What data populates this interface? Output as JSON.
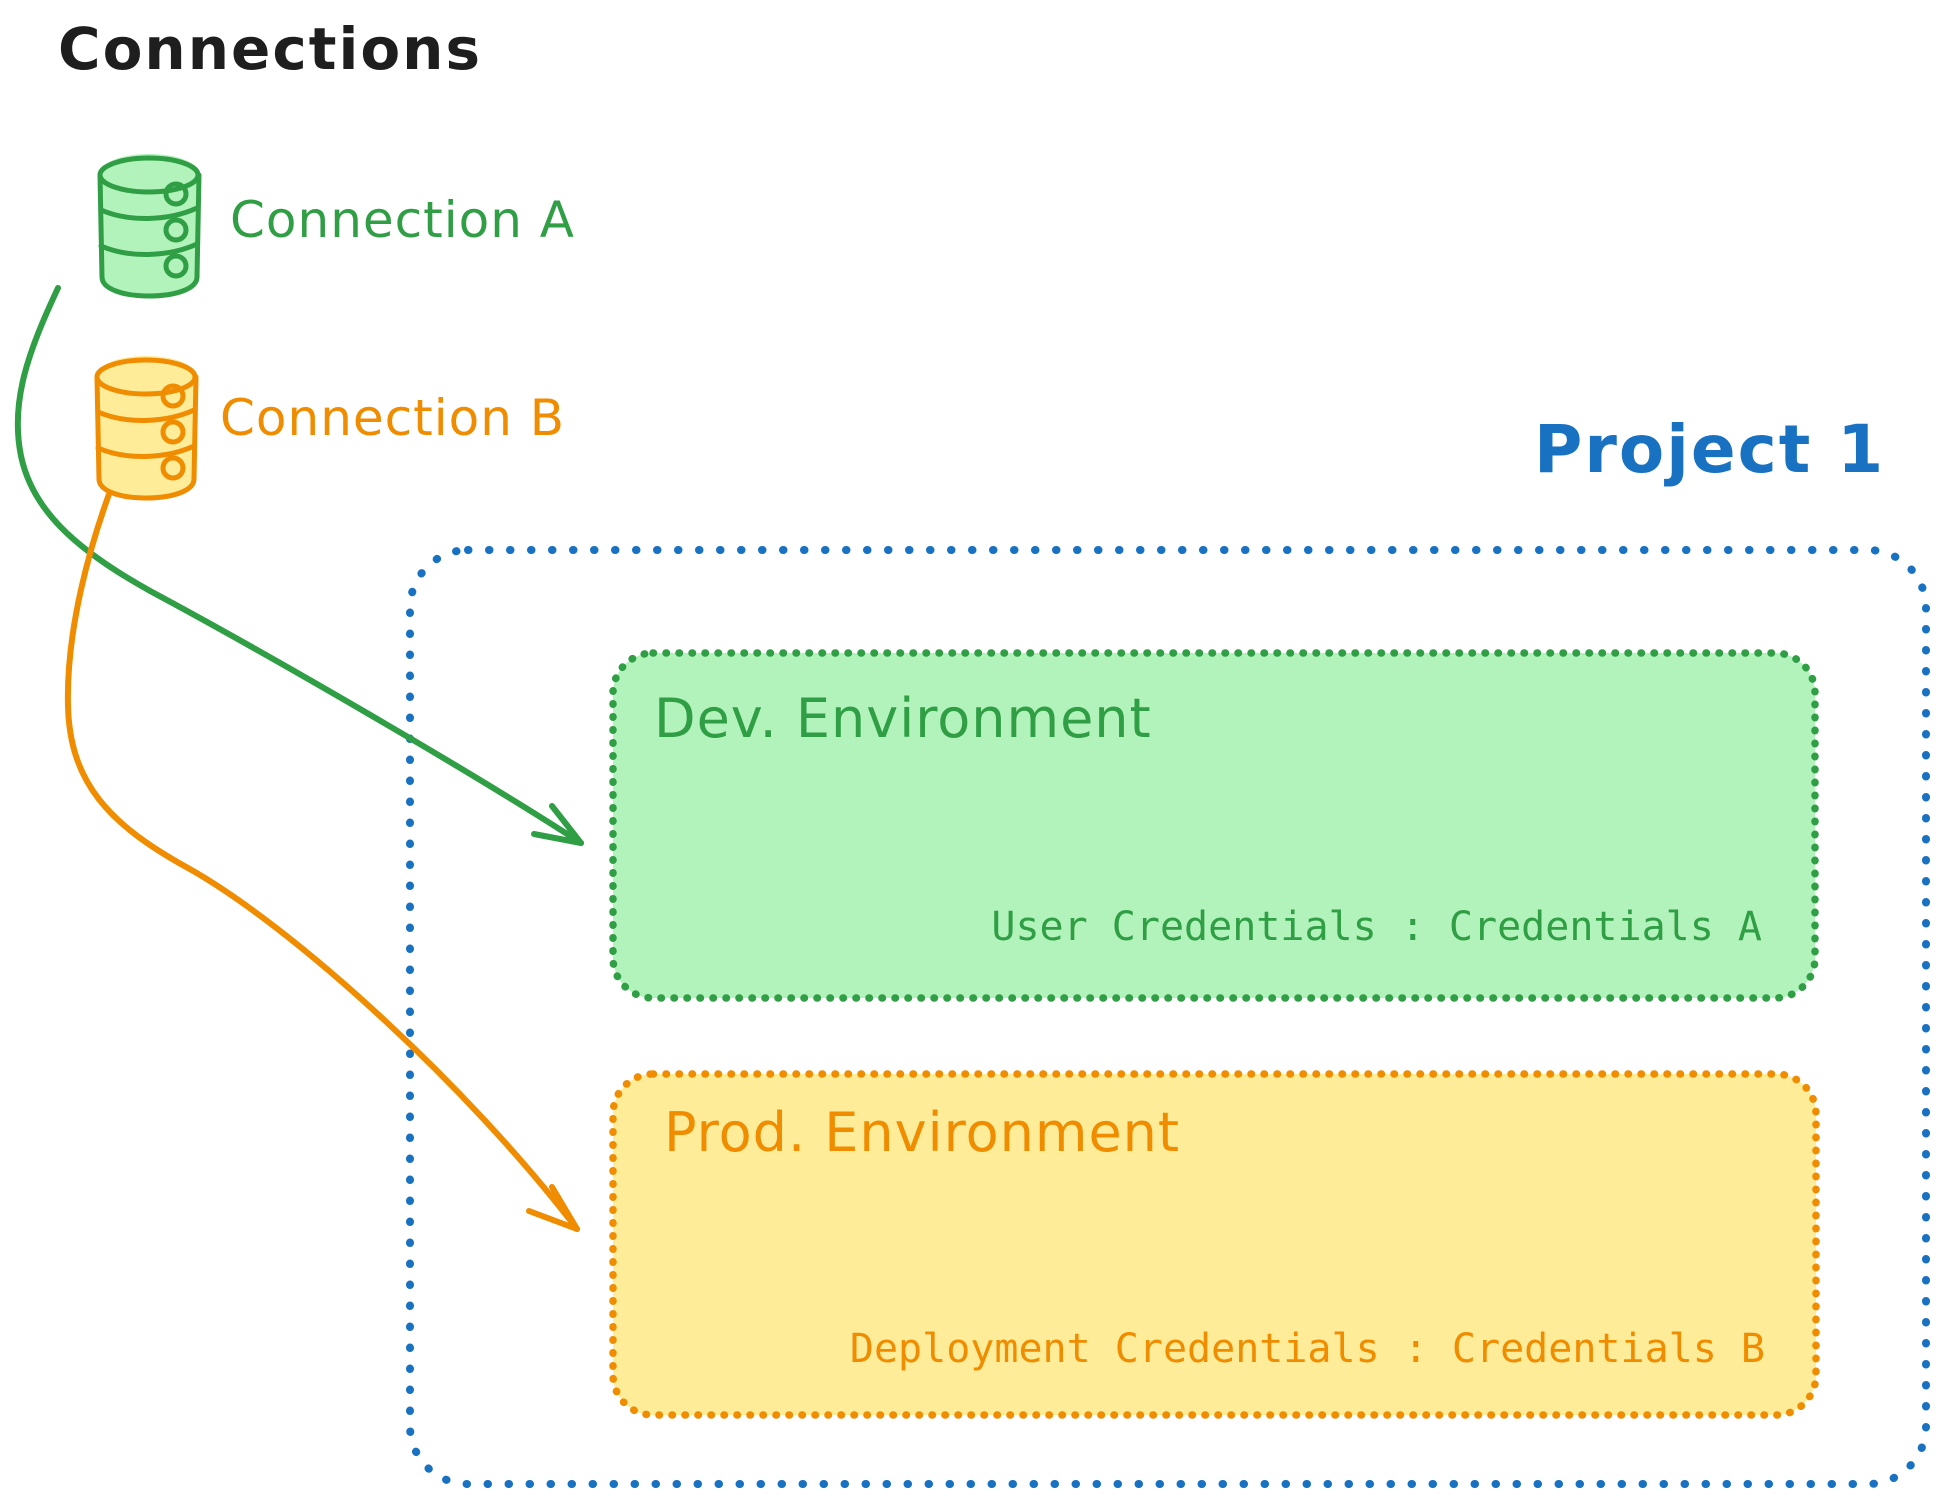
{
  "canvas": {
    "background": "#ffffff"
  },
  "title": "Connections",
  "connections": [
    {
      "label": "Connection A",
      "color": "#2f9e44",
      "fill": "#b2f2bb",
      "icon": "database-icon"
    },
    {
      "label": "Connection B",
      "color": "#f08c00",
      "fill": "#ffec99",
      "icon": "database-icon"
    }
  ],
  "project": {
    "label": "Project 1",
    "color": "#1971c2",
    "environments": [
      {
        "name": "Dev. Environment",
        "credential_label": "User Credentials : Credentials A",
        "stroke": "#2f9e44",
        "fill": "#b2f2bb"
      },
      {
        "name": "Prod. Environment",
        "credential_label": "Deployment Credentials : Credentials B",
        "stroke": "#f08c00",
        "fill": "#ffec99"
      }
    ]
  },
  "arrows": [
    {
      "from": "Connection A",
      "to": "Dev. Environment",
      "color": "#2f9e44"
    },
    {
      "from": "Connection B",
      "to": "Prod. Environment",
      "color": "#f08c00"
    }
  ]
}
